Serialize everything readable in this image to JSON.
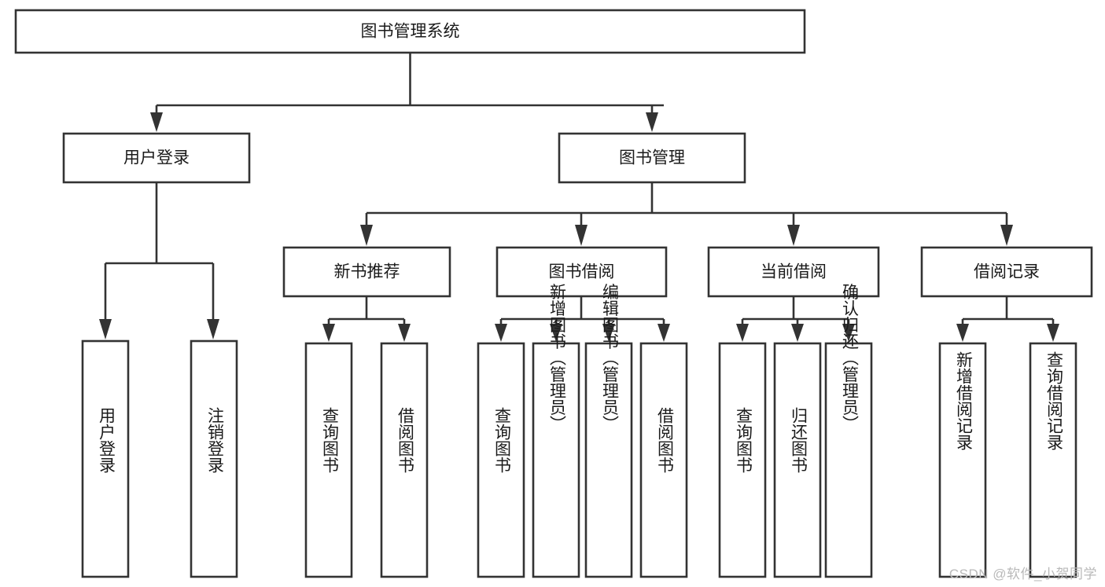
{
  "diagram": {
    "title": "图书管理系统",
    "watermark": "CSDN @软件_小贺同学",
    "colors": {
      "stroke": "#333333",
      "fill": "#ffffff",
      "text": "#1a1a1a",
      "watermark": "#b9b9b9",
      "background": "#ffffff"
    },
    "levels": {
      "root": {
        "label": "图书管理系统"
      },
      "level2": [
        {
          "label": "用户登录"
        },
        {
          "label": "图书管理"
        }
      ],
      "level3": [
        {
          "label": "新书推荐"
        },
        {
          "label": "图书借阅"
        },
        {
          "label": "当前借阅"
        },
        {
          "label": "借阅记录"
        }
      ],
      "leaves": {
        "user_login": [
          {
            "label": "用户登录"
          },
          {
            "label": "注销登录"
          }
        ],
        "new_book_recommend": [
          {
            "label": "查询图书"
          },
          {
            "label": "借阅图书"
          }
        ],
        "book_borrow": [
          {
            "label": "查询图书"
          },
          {
            "label": "新增图书（管理员）"
          },
          {
            "label": "编辑图书（管理员）"
          },
          {
            "label": "借阅图书"
          }
        ],
        "current_borrow": [
          {
            "label": "查询图书"
          },
          {
            "label": "归还图书"
          },
          {
            "label": "确认归还（管理员）"
          }
        ],
        "borrow_record": [
          {
            "label": "新增借阅记录"
          },
          {
            "label": "查询借阅记录"
          }
        ]
      }
    }
  }
}
